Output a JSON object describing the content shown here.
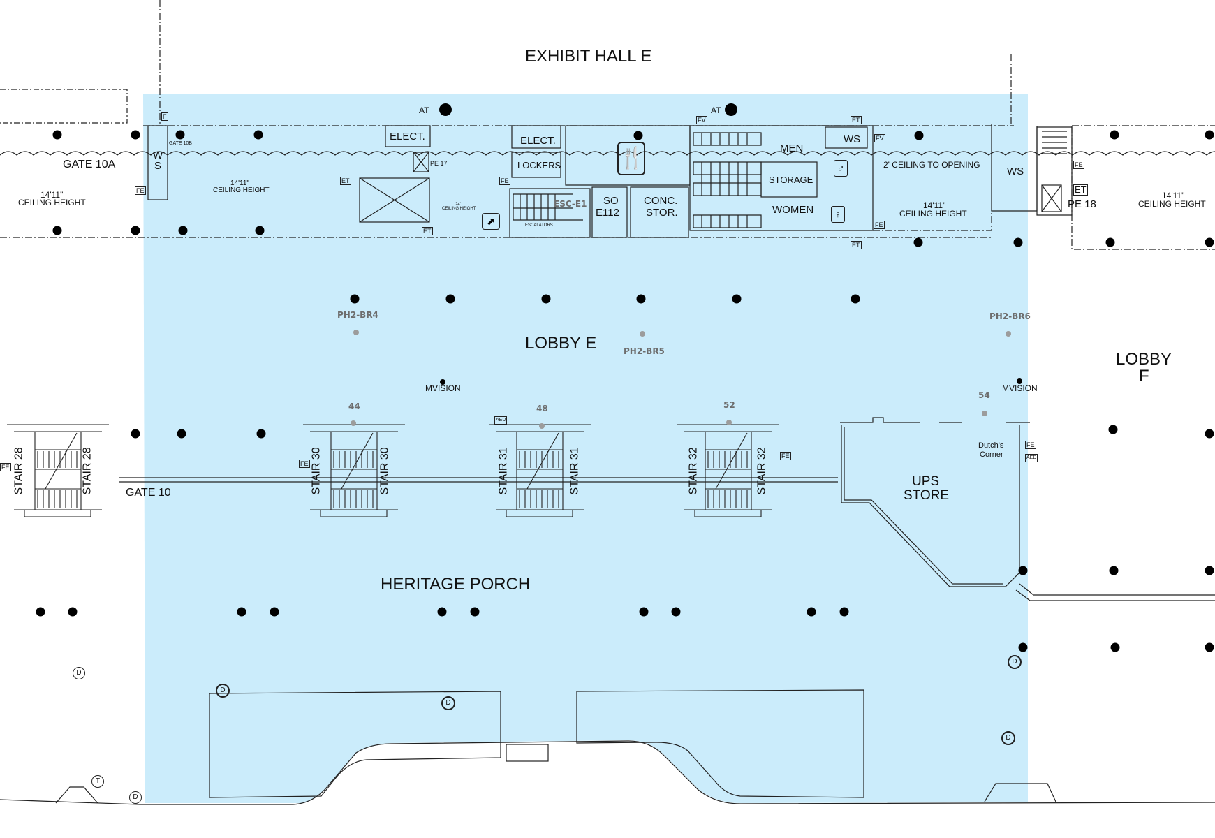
{
  "map": {
    "title": "EXHIBIT HALL E",
    "highlight_color": "#cbecfb",
    "zones": {
      "lobby_e": "LOBBY E",
      "lobby_f_line1": "LOBBY",
      "lobby_f_line2": "F",
      "heritage_porch": "HERITAGE PORCH",
      "ups_store_line1": "UPS",
      "ups_store_line2": "STORE",
      "dutchs_corner_line1": "Dutch's",
      "dutchs_corner_line2": "Corner"
    },
    "gates": {
      "gate_10a": "GATE 10A",
      "gate_10b": "GATE 10B",
      "gate_10": "GATE 10"
    },
    "ceiling": {
      "height": "14'11\"",
      "label": "CEILING HEIGHT",
      "escalator_height": "24'",
      "opening": "2' CEILING TO OPENING"
    },
    "rooms": {
      "elect": "ELECT.",
      "lockers": "LOCKERS",
      "escalators": "ESCALATORS",
      "esc_e1": "ESC-E1",
      "so_line1": "SO",
      "so_line2": "E112",
      "conc_line1": "CONC.",
      "conc_line2": "STOR.",
      "men": "MEN",
      "women": "WOMEN",
      "storage": "STORAGE",
      "ws": "WS",
      "ws_w": "W",
      "ws_s": "S",
      "pe17": "PE 17",
      "pe18": "PE 18"
    },
    "stairs": [
      "STAIR 28",
      "STAIR 30",
      "STAIR 31",
      "STAIR 32"
    ],
    "beacons": [
      "PH2-BR4",
      "PH2-BR5",
      "PH2-BR6"
    ],
    "markers": [
      "44",
      "48",
      "52",
      "54"
    ],
    "devices": {
      "mvision": "MVISION",
      "at": "AT"
    },
    "tags": {
      "f": "F",
      "fe": "FE",
      "et": "ET",
      "fv": "FV",
      "aed": "AED",
      "d": "D",
      "t": "T"
    }
  }
}
